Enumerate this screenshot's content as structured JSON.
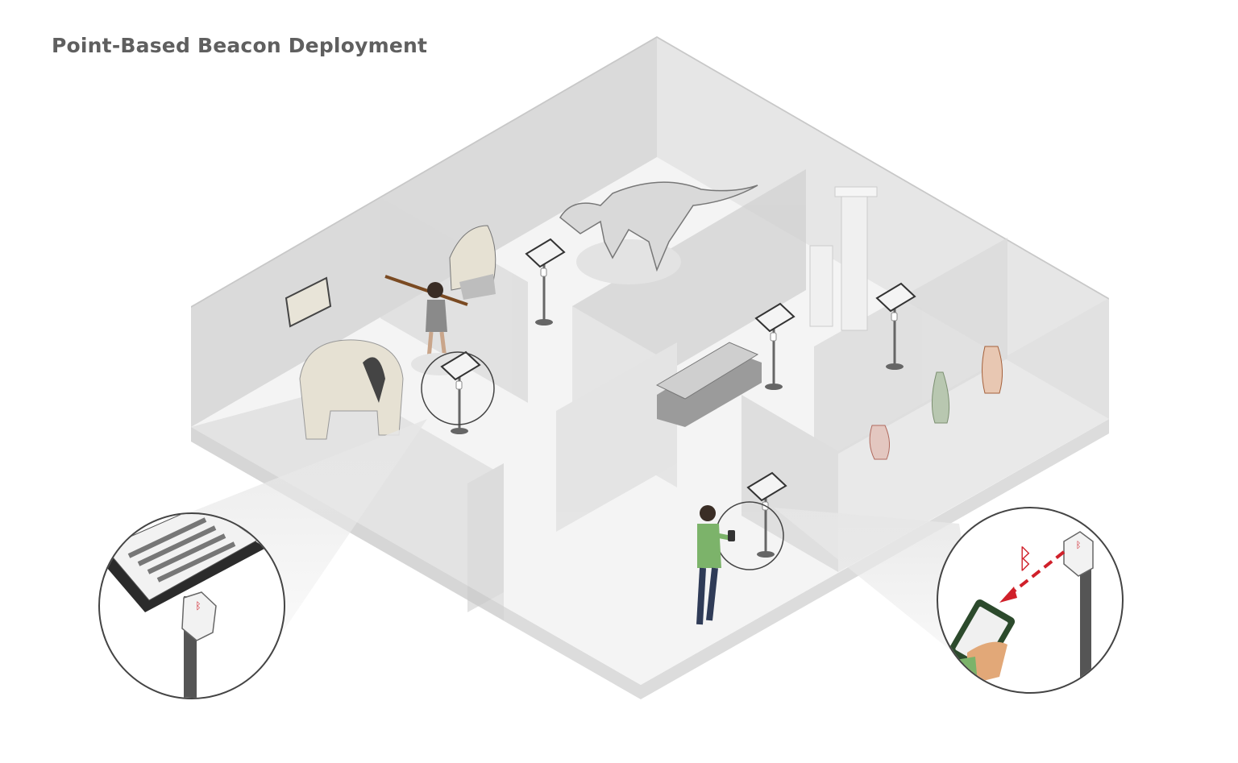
{
  "title": "Point-Based Beacon Deployment",
  "colors": {
    "title": "#5f5f5f",
    "wall": "#d6d6d6",
    "floor": "#f3f3f3",
    "bluetooth": "#d0202a",
    "person_shirt": "#7cb36a",
    "person_pants": "#2f3b57"
  },
  "icons": [
    "bluetooth-icon",
    "beacon-icon",
    "smartphone-icon",
    "info-stand-icon"
  ],
  "exhibits": [
    "cave-painting-plaque",
    "cave-painting-rock",
    "caveman-figure",
    "mammoth",
    "dinosaur-skeleton",
    "sarcophagus",
    "greek-columns",
    "vases"
  ]
}
